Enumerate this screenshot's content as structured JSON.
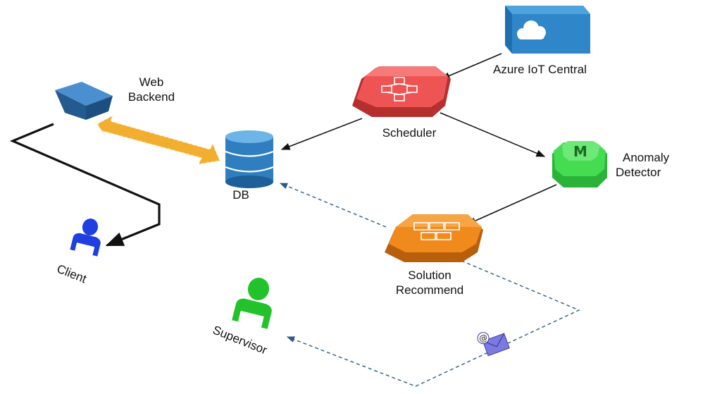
{
  "nodes": {
    "azure": {
      "label": "Azure IoT Central",
      "icon": "cloud-cube-icon",
      "color": "#1f77b4"
    },
    "scheduler": {
      "label": "Scheduler",
      "icon": "workflow-icon",
      "color": "#e84a4a"
    },
    "anomaly": {
      "label_line1": "Anomaly",
      "label_line2": "Detector",
      "icon": "m-octagon-icon",
      "glyph": "M",
      "color": "#3ed34a"
    },
    "db": {
      "label": "DB",
      "icon": "database-icon",
      "color": "#2f7fc0"
    },
    "web_backend": {
      "label_line1": "Web",
      "label_line2": "Backend",
      "icon": "cube-icon",
      "color": "#2b6ea8"
    },
    "solution": {
      "label_line1": "Solution",
      "label_line2": "Recommend",
      "icon": "grid-octagon-icon",
      "color": "#f08a1c"
    },
    "client": {
      "label": "Client",
      "icon": "person-icon",
      "color": "#1f3fe0"
    },
    "supervisor": {
      "label": "Supervisor",
      "icon": "person-icon",
      "color": "#22c22a"
    },
    "email": {
      "icon": "email-icon",
      "glyph": "@",
      "color": "#7a7ae0"
    }
  }
}
